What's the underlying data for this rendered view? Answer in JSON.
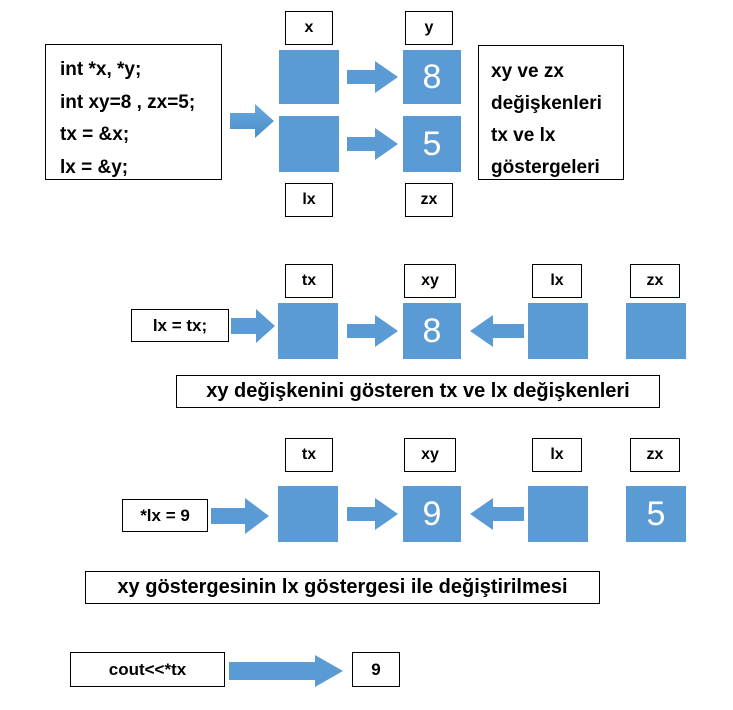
{
  "colors": {
    "accent_blue": "#5b9bd5",
    "box_border": "#000000",
    "value_text": "#ffffff",
    "background": "#ffffff"
  },
  "section1": {
    "code_lines": [
      "int *x, *y;",
      "int xy=8 , zx=5;",
      "tx = &x;",
      "lx = &y;"
    ],
    "labels": {
      "x": "x",
      "y": "y",
      "lx": "lx",
      "zx": "zx"
    },
    "values": {
      "pointer_x": "",
      "pointer_lx": "",
      "y_value": "8",
      "zx_value": "5"
    },
    "note_lines": [
      "xy ve zx",
      "değişkenleri",
      "tx ve lx",
      "göstergeleri"
    ]
  },
  "section2": {
    "statement": "lx = tx;",
    "labels": {
      "tx": "tx",
      "xy": "xy",
      "lx": "lx",
      "zx": "zx"
    },
    "values": {
      "tx": "",
      "xy": "8",
      "lx": "",
      "zx": ""
    },
    "caption": "xy değişkenini gösteren tx ve lx değişkenleri"
  },
  "section3": {
    "statement": "*lx = 9",
    "labels": {
      "tx": "tx",
      "xy": "xy",
      "lx": "lx",
      "zx": "zx"
    },
    "values": {
      "tx": "",
      "xy": "9",
      "lx": "",
      "zx": "5"
    },
    "caption": "xy göstergesinin lx göstergesi ile değiştirilmesi"
  },
  "section4": {
    "statement": "cout<<*tx",
    "output": "9"
  }
}
